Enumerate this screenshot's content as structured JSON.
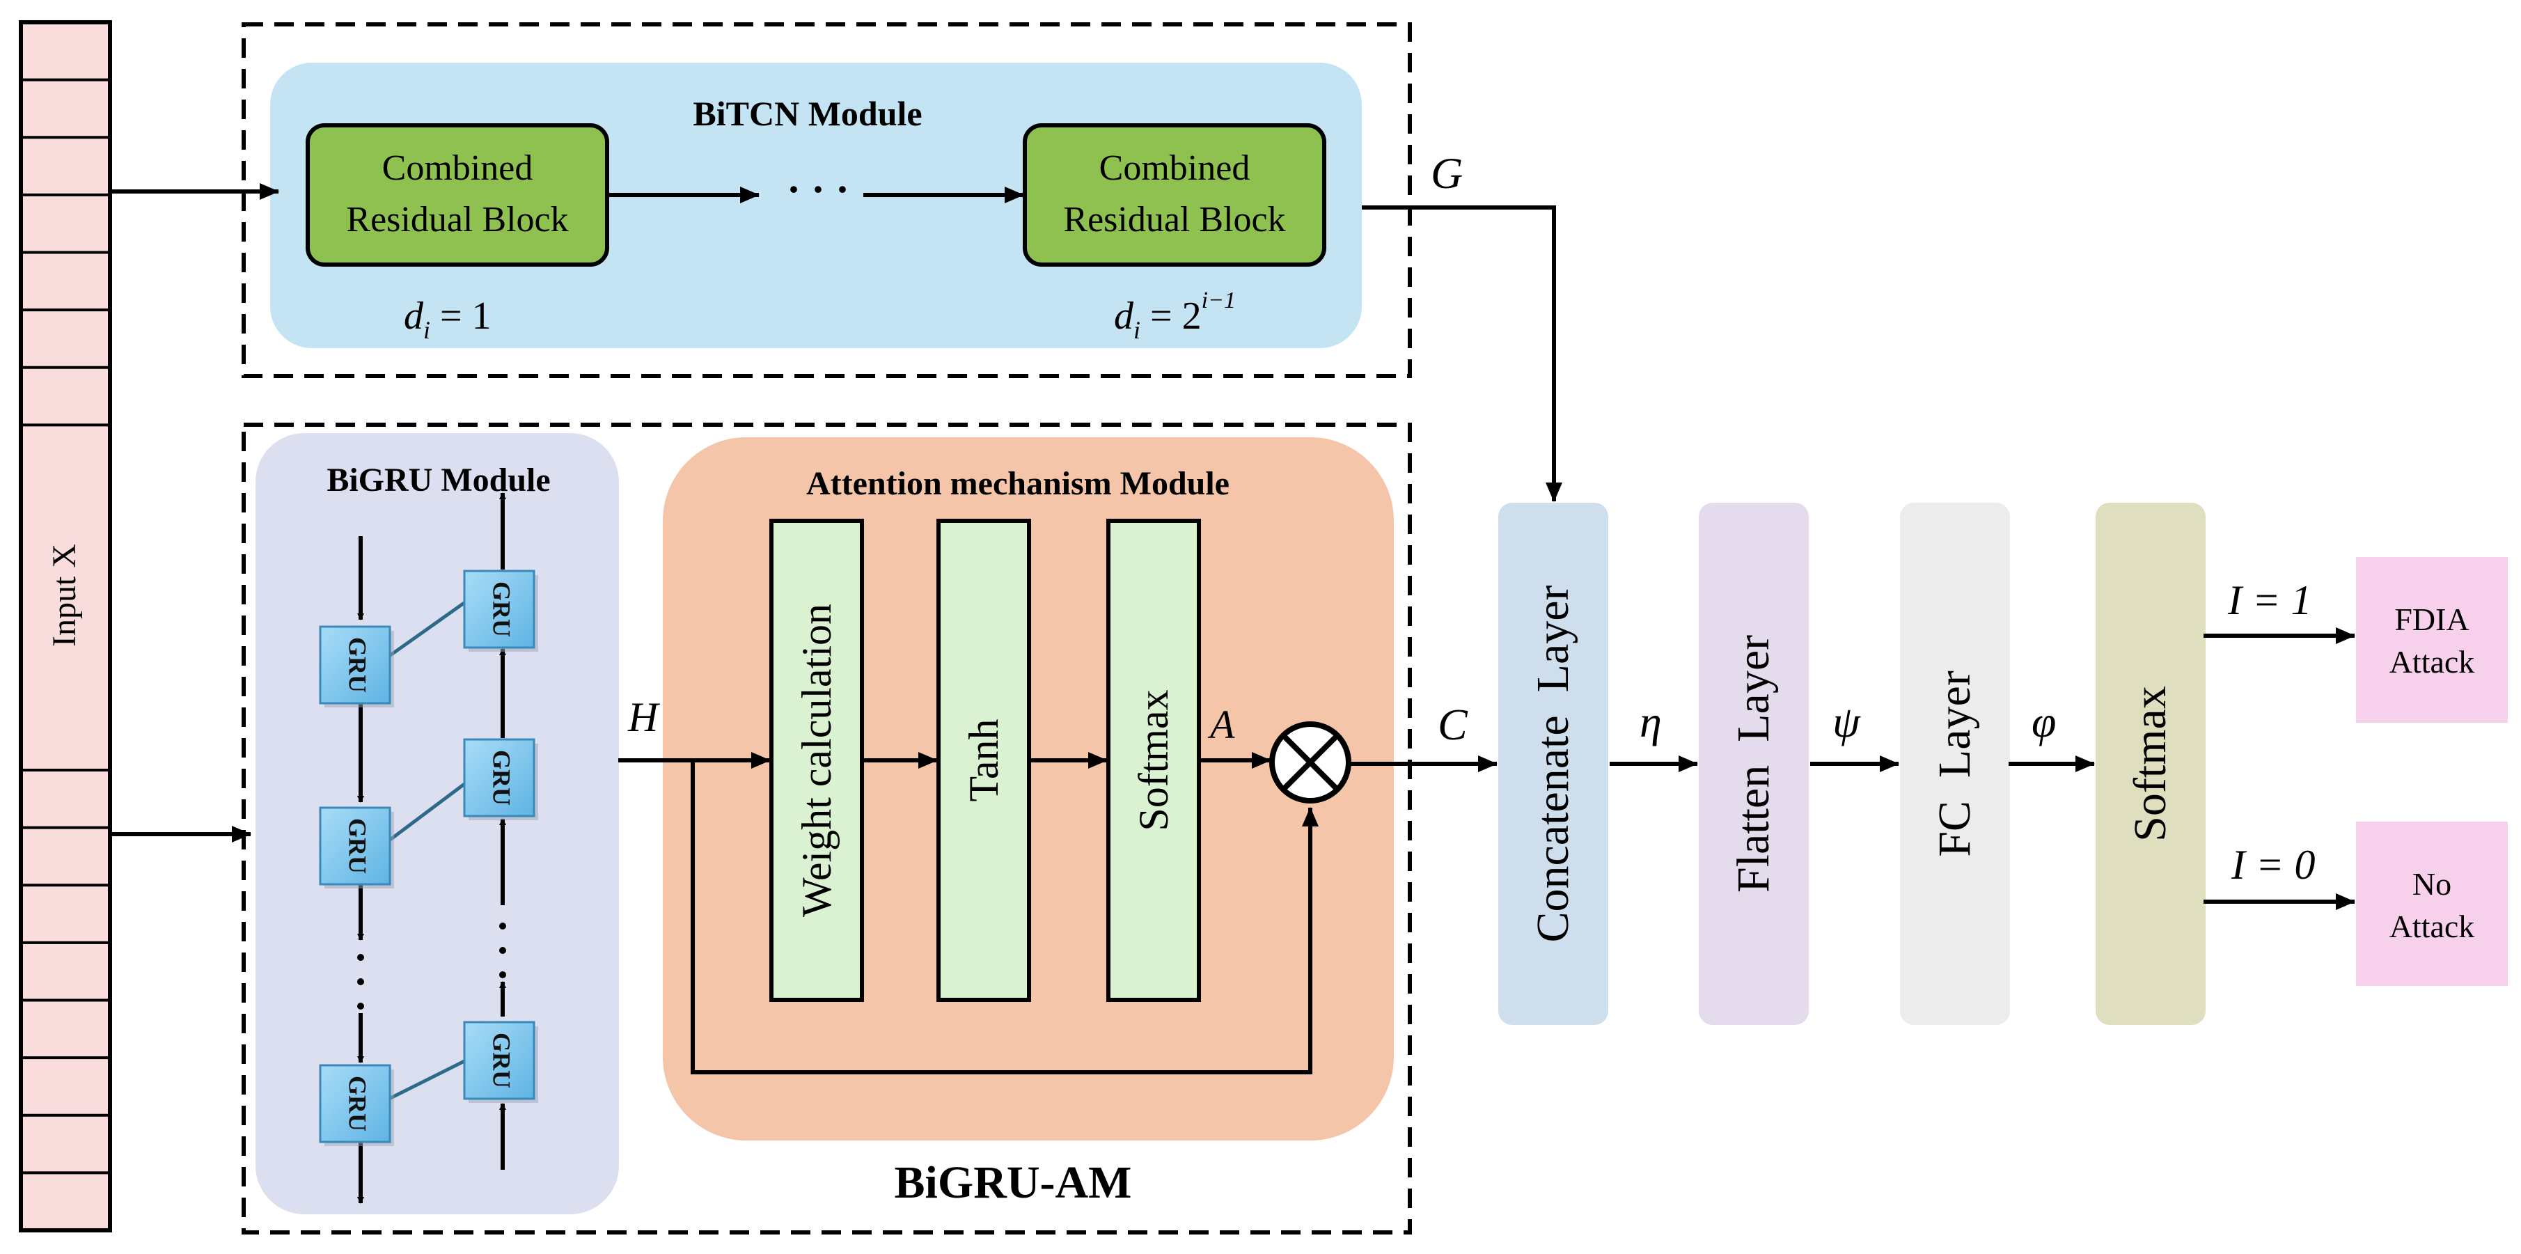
{
  "input": {
    "label": "Input X",
    "cells": 21
  },
  "bitcn": {
    "title": "BiTCN Module",
    "block_left": "Combined\nResidual Block",
    "block_right": "Combined\nResidual Block",
    "ellipsis": "· · ·",
    "dil_left_var": "d",
    "dil_left_sub": "i",
    "dil_left_rhs": " = 1",
    "dil_right_var": "d",
    "dil_right_sub": "i",
    "dil_right_rhs": " = 2",
    "dil_right_sup": "i−1"
  },
  "bigru": {
    "title": "BiGRU Module",
    "cell_label": "GRU"
  },
  "attention": {
    "title": "Attention mechanism Module",
    "bars": [
      "Weight calculation",
      "Tanh",
      "Softmax"
    ]
  },
  "bigru_am": {
    "title": "BiGRU-AM"
  },
  "symbols": {
    "G": "G",
    "H": "H",
    "A": "A",
    "C": "C",
    "eta": "η",
    "psi": "ψ",
    "phi": "φ",
    "out_attack": "I = 1",
    "out_none": "I = 0"
  },
  "layers": [
    {
      "label": "Concatenate  Layer",
      "color": "#cfdeed"
    },
    {
      "label": "Flatten  Layer",
      "color": "#e4dcec"
    },
    {
      "label": "FC  Layer",
      "color": "#ececec"
    },
    {
      "label": "Softmax",
      "color": "#dfdfbf"
    }
  ],
  "outputs": [
    {
      "label": "FDIA\nAttack"
    },
    {
      "label": "No\nAttack"
    }
  ],
  "colors": {
    "input_fill": "#f9dcdc",
    "bitcn_bg": "#c4e4f3",
    "block_fill": "#8fc150",
    "bigru_bg": "#dcdff0",
    "gru_fill": "#7ec8ef",
    "attention_bg": "#f4c5a9",
    "bar_fill": "#dbf2d2",
    "output_fill": "#f7d1ec",
    "line": "#000000",
    "gru_link": "#2d6a8a"
  }
}
